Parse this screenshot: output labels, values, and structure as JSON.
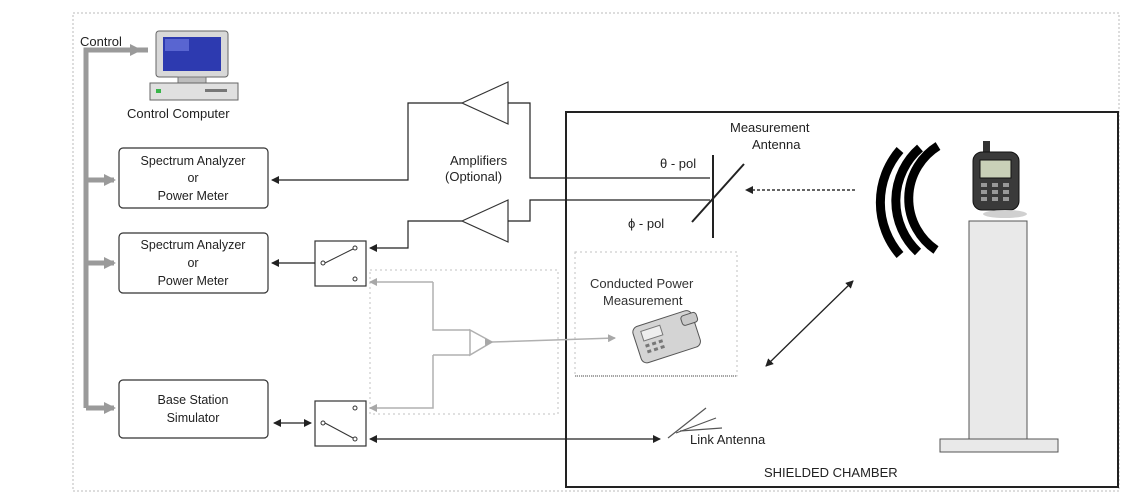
{
  "labels": {
    "control": "Control",
    "control_computer": "Control Computer",
    "amplifiers_line1": "Amplifiers",
    "amplifiers_line2": "(Optional)",
    "measurement_antenna_line1": "Measurement",
    "measurement_antenna_line2": "Antenna",
    "theta_pol": "θ - pol",
    "phi_pol": "ϕ - pol",
    "conducted_line1": "Conducted Power",
    "conducted_line2": "Measurement",
    "link_antenna": "Link Antenna",
    "shielded_chamber": "SHIELDED CHAMBER"
  },
  "boxes": {
    "spectrum1": {
      "line1": "Spectrum Analyzer",
      "line2": "or",
      "line3": "Power Meter"
    },
    "spectrum2": {
      "line1": "Spectrum Analyzer",
      "line2": "or",
      "line3": "Power Meter"
    },
    "base_station": {
      "line1": "Base Station",
      "line2": "Simulator"
    }
  },
  "colors": {
    "bus_grey": "#9a9a9a",
    "line_dark": "#222222",
    "light_path_grey": "#b0b0b0",
    "monitor_screen": "#2d3ab0",
    "tower_fill": "#e9e9e9"
  }
}
